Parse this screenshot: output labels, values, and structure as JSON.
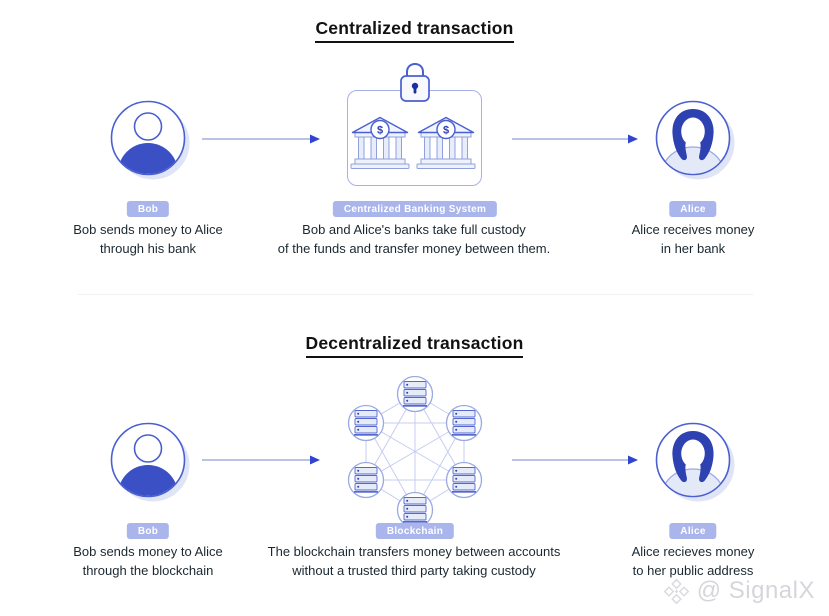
{
  "colors": {
    "primary_blue": "#3b50c4",
    "outline_blue": "#4a5fd0",
    "light_outline": "#9aa9e4",
    "badge_bg": "#aab5ec",
    "badge_text": "#ffffff",
    "caption_text": "#1b2831",
    "title_text": "#121212",
    "shadow_fill": "#dfe4f7",
    "network_line": "#c5cef1",
    "arrow_line": "#a3aedd",
    "arrow_head": "#3144cf",
    "watermark_gray": "#b9bcc2"
  },
  "bank_symbol": "$",
  "sections": [
    {
      "title": "Centralized transaction",
      "columns": [
        {
          "badge": "Bob",
          "caption_line1": "Bob sends money to Alice",
          "caption_line2": "through his bank"
        },
        {
          "badge": "Centralized Banking System",
          "caption_line1": "Bob and Alice's banks take full custody",
          "caption_line2": "of the funds and transfer money between them."
        },
        {
          "badge": "Alice",
          "caption_line1": "Alice receives money",
          "caption_line2": "in her bank"
        }
      ]
    },
    {
      "title": "Decentralized transaction",
      "columns": [
        {
          "badge": "Bob",
          "caption_line1": "Bob sends money to Alice",
          "caption_line2": "through the blockchain"
        },
        {
          "badge": "Blockchain",
          "caption_line1": "The blockchain transfers money between accounts",
          "caption_line2": "without a trusted third party taking custody"
        },
        {
          "badge": "Alice",
          "caption_line1": "Alice recieves money",
          "caption_line2": "to her public address"
        }
      ]
    }
  ],
  "watermark": {
    "text": "@ SignalX"
  }
}
